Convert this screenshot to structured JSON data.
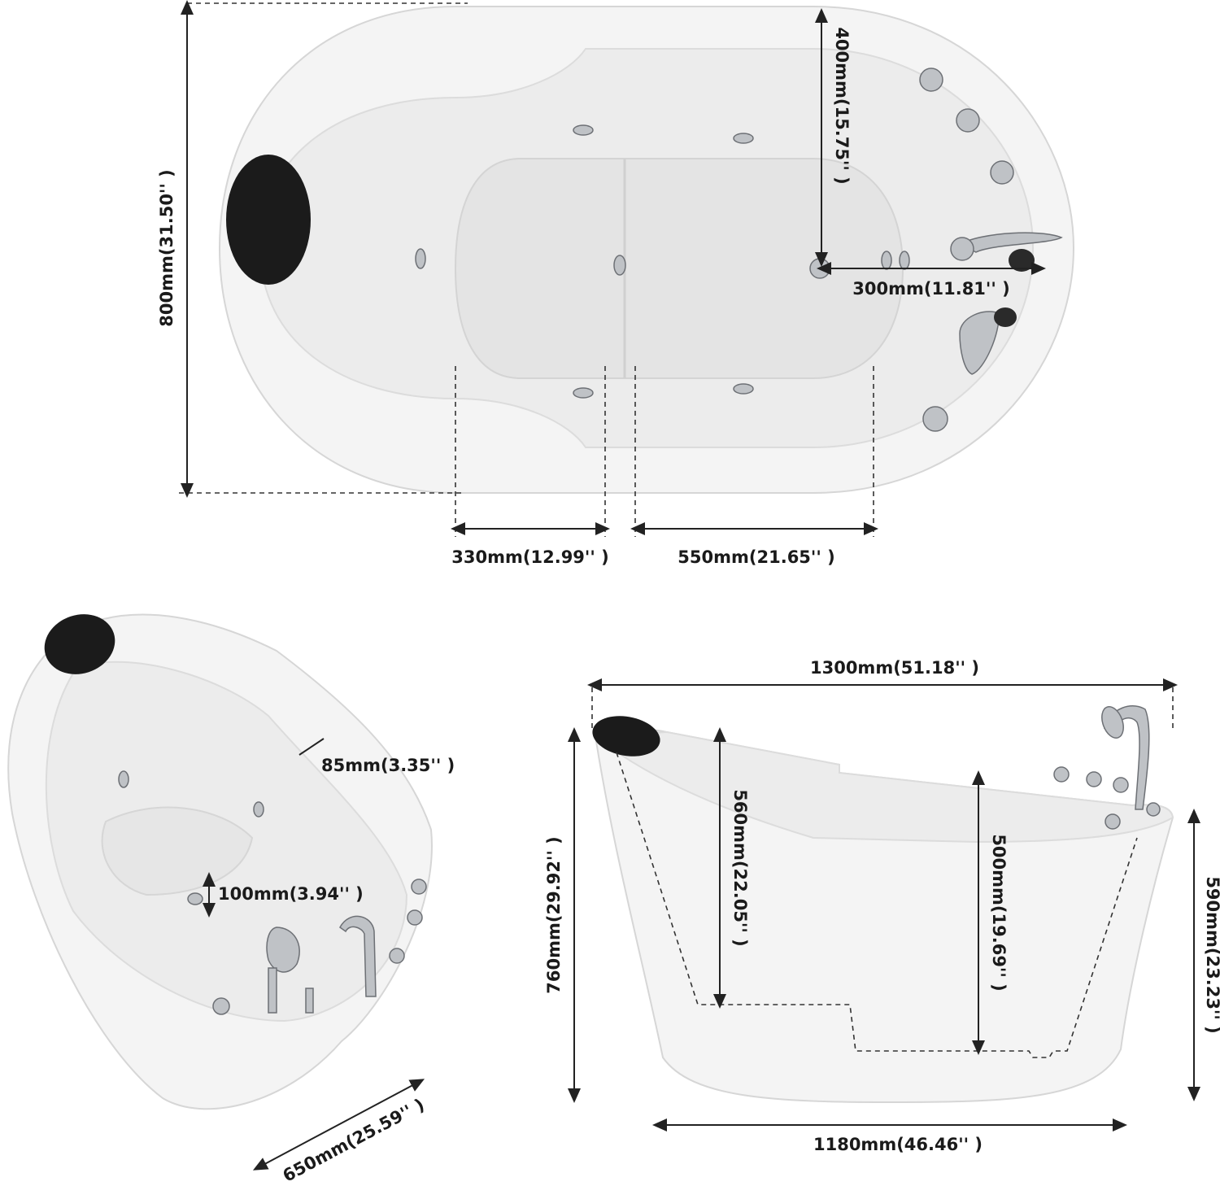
{
  "top_view": {
    "width_label": "800mm(31.50'' )",
    "depth_label": "400mm(15.75'' )",
    "drain_label": "300mm(11.81'' )",
    "seat_label": "330mm(12.99'' )",
    "floor_label": "550mm(21.65'' )"
  },
  "angle_view": {
    "rim_label": "85mm(3.35'' )",
    "step_label": "100mm(3.94'' )",
    "diag_label": "650mm(25.59'' )"
  },
  "side_view": {
    "length_label": "1300mm(51.18'' )",
    "height_label": "760mm(29.92'' )",
    "seat_depth_label": "560mm(22.05'' )",
    "water_depth_label": "500mm(19.69'' )",
    "front_height_label": "590mm(23.23'' )",
    "base_label": "1180mm(46.46'' )"
  },
  "colors": {
    "tub": "#f4f4f4",
    "pillow": "#1b1b1b",
    "chrome": "#bfc2c6",
    "line": "#222222"
  }
}
